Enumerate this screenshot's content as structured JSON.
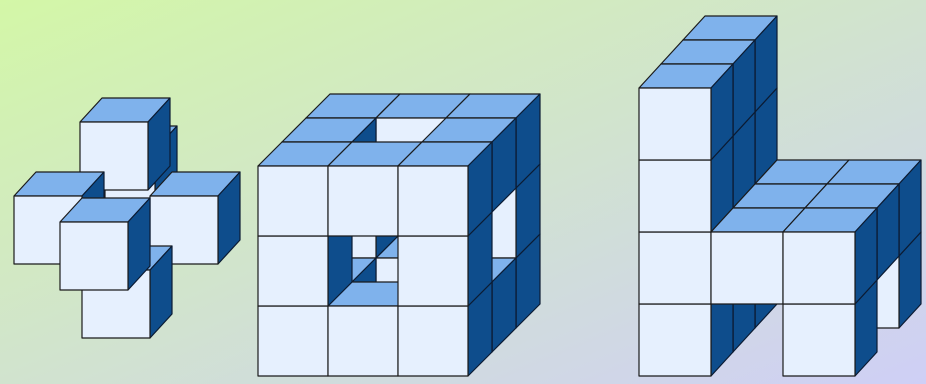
{
  "scene": {
    "background": {
      "top_left": "#D3F7A7",
      "bottom_right": "#CFCFF6"
    },
    "colors": {
      "cube_front": "#E6F0FE",
      "cube_top": "#7FB2EC",
      "cube_side": "#0E4D8C",
      "edge": "#1b1b1b"
    },
    "figures": [
      {
        "shape": "cross of unit cubes",
        "cube_count": 6
      },
      {
        "shape": "3x3x3 cube with tunnels",
        "cube_count": 20
      },
      {
        "shape": "chair-like structure",
        "cube_count": 17
      }
    ]
  }
}
